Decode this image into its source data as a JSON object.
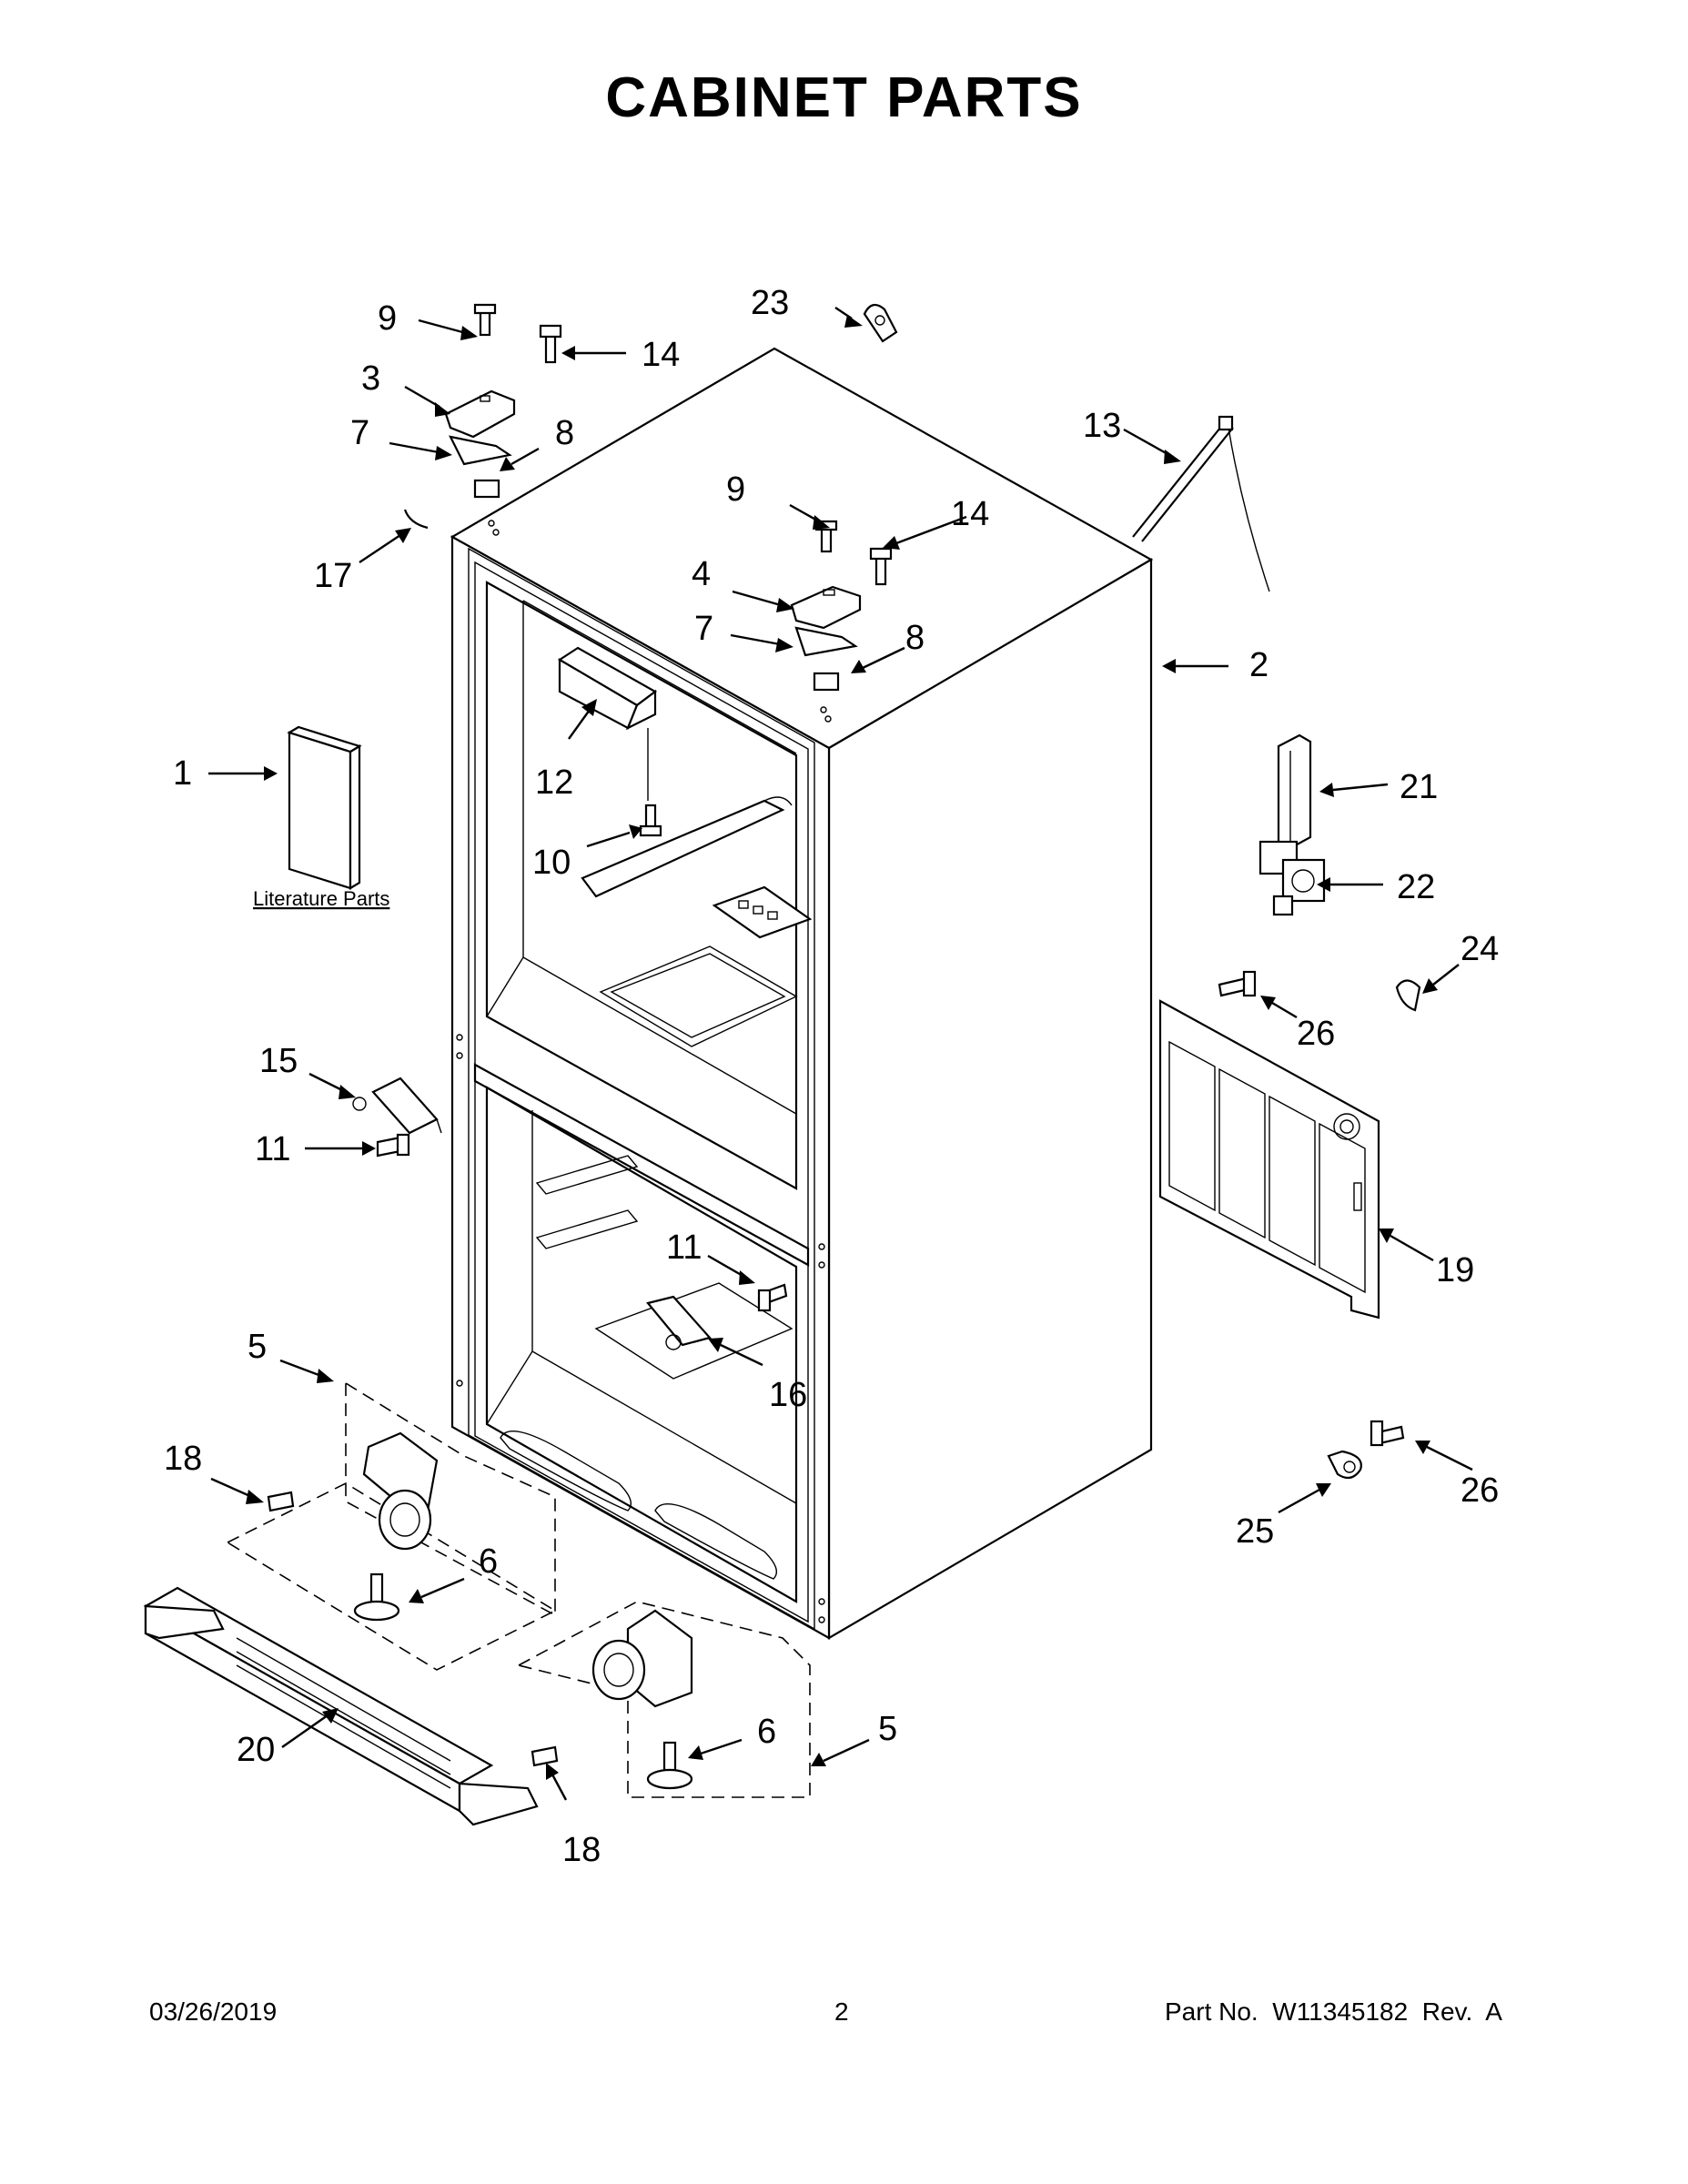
{
  "title": "CABINET PARTS",
  "footer": {
    "date": "03/26/2019",
    "page": "2",
    "part_no": "Part No.  W11345182  Rev.  A"
  },
  "literature_label": "Literature Parts",
  "callouts": [
    {
      "id": "c1",
      "label": "1"
    },
    {
      "id": "c2",
      "label": "2"
    },
    {
      "id": "c3",
      "label": "3"
    },
    {
      "id": "c4",
      "label": "4"
    },
    {
      "id": "c5a",
      "label": "5"
    },
    {
      "id": "c5b",
      "label": "5"
    },
    {
      "id": "c6a",
      "label": "6"
    },
    {
      "id": "c6b",
      "label": "6"
    },
    {
      "id": "c7a",
      "label": "7"
    },
    {
      "id": "c7b",
      "label": "7"
    },
    {
      "id": "c8a",
      "label": "8"
    },
    {
      "id": "c8b",
      "label": "8"
    },
    {
      "id": "c9a",
      "label": "9"
    },
    {
      "id": "c9b",
      "label": "9"
    },
    {
      "id": "c10",
      "label": "10"
    },
    {
      "id": "c11a",
      "label": "11"
    },
    {
      "id": "c11b",
      "label": "11"
    },
    {
      "id": "c12",
      "label": "12"
    },
    {
      "id": "c13",
      "label": "13"
    },
    {
      "id": "c14a",
      "label": "14"
    },
    {
      "id": "c14b",
      "label": "14"
    },
    {
      "id": "c15",
      "label": "15"
    },
    {
      "id": "c16",
      "label": "16"
    },
    {
      "id": "c17",
      "label": "17"
    },
    {
      "id": "c18a",
      "label": "18"
    },
    {
      "id": "c18b",
      "label": "18"
    },
    {
      "id": "c19",
      "label": "19"
    },
    {
      "id": "c20",
      "label": "20"
    },
    {
      "id": "c21",
      "label": "21"
    },
    {
      "id": "c22",
      "label": "22"
    },
    {
      "id": "c23",
      "label": "23"
    },
    {
      "id": "c24",
      "label": "24"
    },
    {
      "id": "c25",
      "label": "25"
    },
    {
      "id": "c26a",
      "label": "26"
    },
    {
      "id": "c26b",
      "label": "26"
    }
  ]
}
